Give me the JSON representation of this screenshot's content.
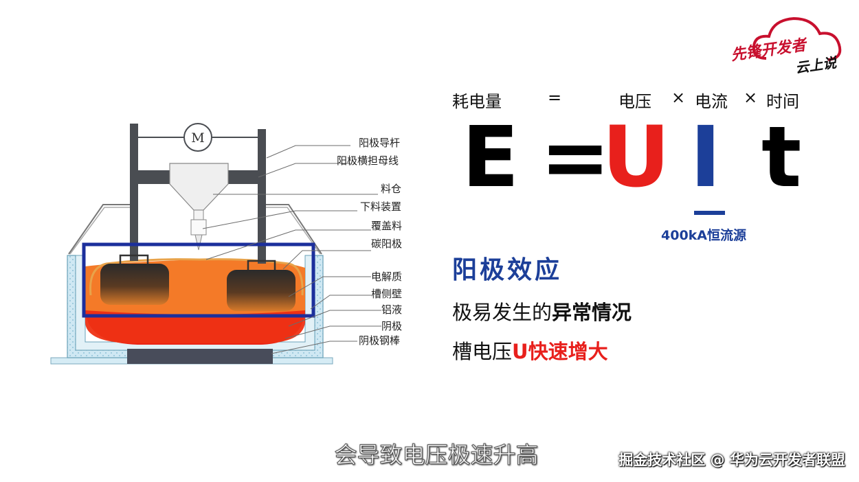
{
  "diagram": {
    "motor_symbol": "M",
    "labels": [
      "阳极导杆",
      "阳极横担母线",
      "料仓",
      "下料装置",
      "覆盖料",
      "碳阳极",
      "电解质",
      "槽侧壁",
      "铝液",
      "阴极",
      "阴极钢棒"
    ]
  },
  "formula": {
    "words": {
      "energy": "耗电量",
      "equals": "=",
      "voltage": "电压",
      "times1": "×",
      "current": "电流",
      "times2": "×",
      "time": "时间"
    },
    "symbols": {
      "E": "E",
      "eq": "=",
      "U": "U",
      "I": "I",
      "t": "t"
    },
    "current_note": "400kA恒流源",
    "colors": {
      "voltage": "#e8201c",
      "current": "#1c3f99",
      "default": "#000000"
    }
  },
  "effect": {
    "title": "阳极效应",
    "line1_prefix": "极易发生的",
    "line1_bold": "异常情况",
    "line2_prefix": "槽电压",
    "line2_red": "U快速增大"
  },
  "subtitle": "会导致电压极速升高",
  "watermark": "掘金技术社区 @ 华为云开发者联盟",
  "logo": {
    "line1": "先锋开发者",
    "line2": "云上说",
    "color": "#c8102e"
  }
}
